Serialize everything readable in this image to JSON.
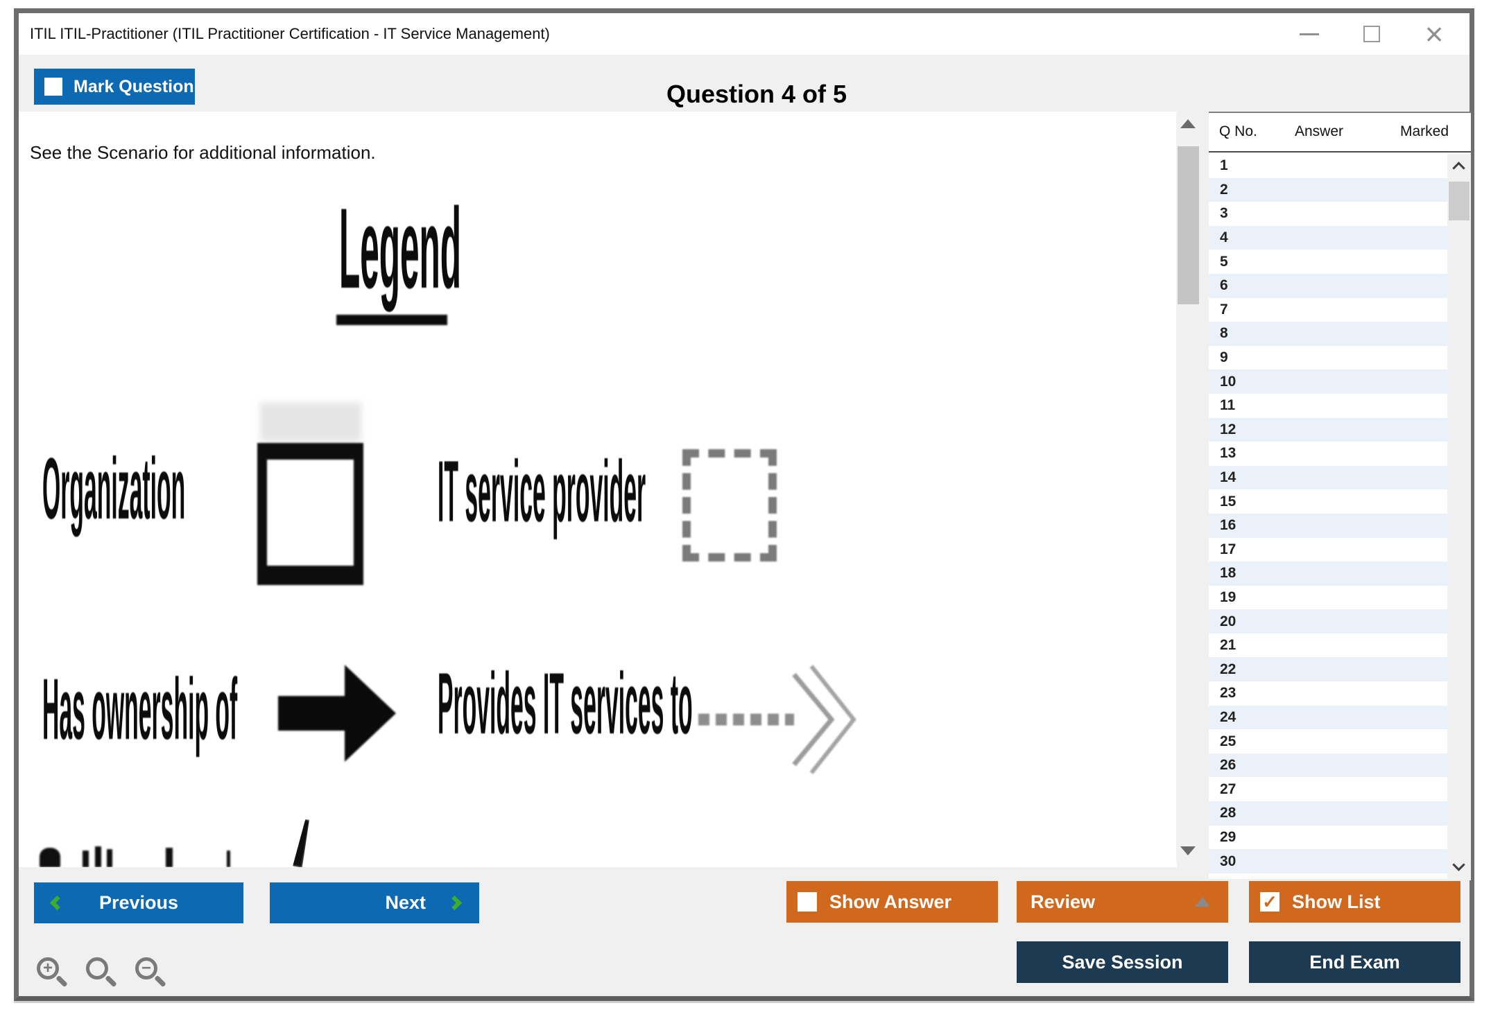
{
  "window": {
    "title": "ITIL ITIL-Practitioner (ITIL Practitioner Certification - IT Service Management)"
  },
  "header": {
    "mark_question_label": "Mark Question",
    "question_counter": "Question 4 of 5"
  },
  "content": {
    "scenario_note": "See the Scenario for additional information.",
    "legend": {
      "title": "Legend",
      "items": [
        {
          "label": "Organization",
          "symbol": "solid-rectangle"
        },
        {
          "label": "IT service provider",
          "symbol": "dashed-rectangle"
        },
        {
          "label": "Has ownership of",
          "symbol": "solid-arrow"
        },
        {
          "label": "Provides IT services to",
          "symbol": "dashed-arrow"
        }
      ]
    }
  },
  "question_list": {
    "columns": [
      "Q No.",
      "Answer",
      "Marked"
    ],
    "rows": [
      {
        "q_no": "1",
        "answer": "",
        "marked": ""
      },
      {
        "q_no": "2",
        "answer": "",
        "marked": ""
      },
      {
        "q_no": "3",
        "answer": "",
        "marked": ""
      },
      {
        "q_no": "4",
        "answer": "",
        "marked": ""
      },
      {
        "q_no": "5",
        "answer": "",
        "marked": ""
      },
      {
        "q_no": "6",
        "answer": "",
        "marked": ""
      },
      {
        "q_no": "7",
        "answer": "",
        "marked": ""
      },
      {
        "q_no": "8",
        "answer": "",
        "marked": ""
      },
      {
        "q_no": "9",
        "answer": "",
        "marked": ""
      },
      {
        "q_no": "10",
        "answer": "",
        "marked": ""
      },
      {
        "q_no": "11",
        "answer": "",
        "marked": ""
      },
      {
        "q_no": "12",
        "answer": "",
        "marked": ""
      },
      {
        "q_no": "13",
        "answer": "",
        "marked": ""
      },
      {
        "q_no": "14",
        "answer": "",
        "marked": ""
      },
      {
        "q_no": "15",
        "answer": "",
        "marked": ""
      },
      {
        "q_no": "16",
        "answer": "",
        "marked": ""
      },
      {
        "q_no": "17",
        "answer": "",
        "marked": ""
      },
      {
        "q_no": "18",
        "answer": "",
        "marked": ""
      },
      {
        "q_no": "19",
        "answer": "",
        "marked": ""
      },
      {
        "q_no": "20",
        "answer": "",
        "marked": ""
      },
      {
        "q_no": "21",
        "answer": "",
        "marked": ""
      },
      {
        "q_no": "22",
        "answer": "",
        "marked": ""
      },
      {
        "q_no": "23",
        "answer": "",
        "marked": ""
      },
      {
        "q_no": "24",
        "answer": "",
        "marked": ""
      },
      {
        "q_no": "25",
        "answer": "",
        "marked": ""
      },
      {
        "q_no": "26",
        "answer": "",
        "marked": ""
      },
      {
        "q_no": "27",
        "answer": "",
        "marked": ""
      },
      {
        "q_no": "28",
        "answer": "",
        "marked": ""
      },
      {
        "q_no": "29",
        "answer": "",
        "marked": ""
      },
      {
        "q_no": "30",
        "answer": "",
        "marked": ""
      }
    ]
  },
  "toolbar": {
    "previous_label": "Previous",
    "next_label": "Next",
    "show_answer_label": "Show Answer",
    "show_answer_checked": false,
    "review_label": "Review",
    "show_list_label": "Show List",
    "show_list_checked": true,
    "save_session_label": "Save Session",
    "end_exam_label": "End Exam"
  },
  "icons": {
    "check": "✓",
    "close": "×"
  },
  "colors": {
    "accent_blue": "#0e69b3",
    "accent_orange": "#d0691d",
    "navy": "#1c3a51",
    "green": "#3cae2b",
    "alt_row": "#eaf1f8"
  }
}
